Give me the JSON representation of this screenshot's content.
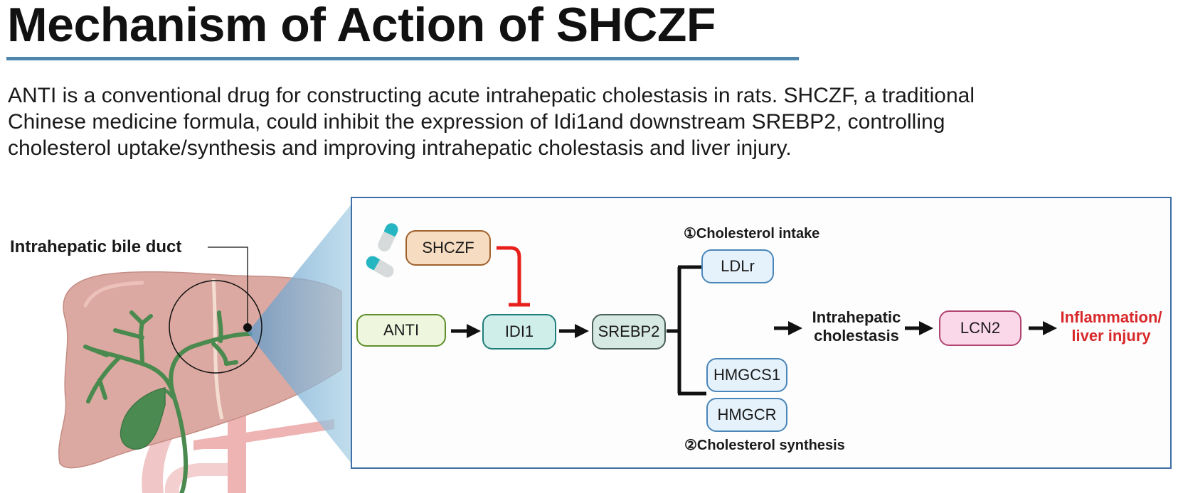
{
  "title": "Mechanism of Action of SHCZF",
  "description": {
    "lines": [
      "ANTI is a conventional drug for constructing acute intrahepatic cholestasis in rats. SHCZF, a traditional",
      "Chinese medicine formula, could inhibit the expression of Idi1and downstream SREBP2, controlling",
      "cholesterol uptake/synthesis and improving intrahepatic cholestasis and liver injury."
    ]
  },
  "illustration": {
    "label": "Intrahepatic bile duct",
    "icons": [
      "liver-icon",
      "bile-duct-icon",
      "gallbladder-icon",
      "blood-vessel-icon"
    ]
  },
  "pathway": {
    "drug_icon": "capsule-icon",
    "nodes": {
      "shczf": {
        "label": "SHCZF",
        "fill": "#f6dcc0",
        "stroke": "#a0612c"
      },
      "anti": {
        "label": "ANTI",
        "fill": "#eef6dd",
        "stroke": "#5f8f2c"
      },
      "idi1": {
        "label": "IDI1",
        "fill": "#cfeeea",
        "stroke": "#1f7d78"
      },
      "srebp2": {
        "label": "SREBP2",
        "fill": "#d6e9e2",
        "stroke": "#4a5f5a"
      },
      "ldlr": {
        "label": "LDLr",
        "fill": "#e6f2fb",
        "stroke": "#4a86b8"
      },
      "hmgcs1": {
        "label": "HMGCS1",
        "fill": "#e6f2fb",
        "stroke": "#4a86b8"
      },
      "hmgcr": {
        "label": "HMGCR",
        "fill": "#e6f2fb",
        "stroke": "#4a86b8"
      },
      "lcn2": {
        "label": "LCN2",
        "fill": "#fbd7ea",
        "stroke": "#b0456f"
      }
    },
    "labels": {
      "intake": "①Cholesterol intake",
      "synthesis": "②Cholesterol synthesis",
      "cholestasis_line1": "Intrahepatic",
      "cholestasis_line2": "cholestasis",
      "outcome_line1": "Inflammation/",
      "outcome_line2": "liver injury"
    },
    "colors": {
      "inhibition": "#e8201c",
      "outcome": "#d8282a",
      "arrow": "#111111",
      "panel_border": "#3f6fa6",
      "title_rule": "#4f86ad"
    }
  }
}
